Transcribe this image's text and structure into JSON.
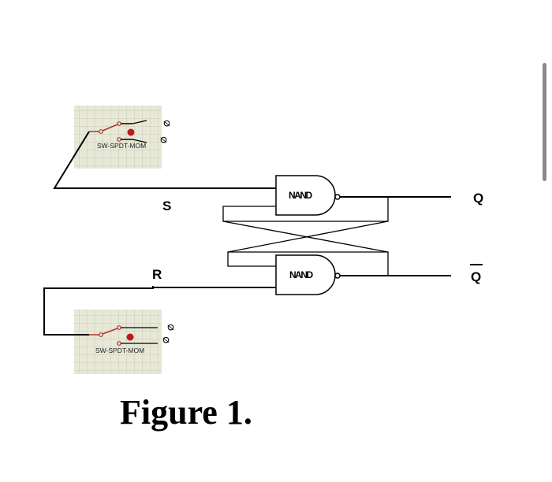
{
  "figure": {
    "caption": "Figure 1."
  },
  "signals": {
    "s": "S",
    "r": "R",
    "q": "Q",
    "q_bar": "Q"
  },
  "gates": {
    "top_label": "NAND",
    "bottom_label": "NAND"
  },
  "switches": {
    "top_label": "SW-SPDT-MOM",
    "bottom_label": "SW-SPDT-MOM",
    "terminal_marks": [
      "∅",
      "∅",
      "∅",
      "∅"
    ]
  },
  "colors": {
    "switch_panel": "#e7e8d8",
    "grid_line": "#c9cbb5",
    "switch_contact": "#b3332b",
    "switch_dot": "#c01818"
  }
}
